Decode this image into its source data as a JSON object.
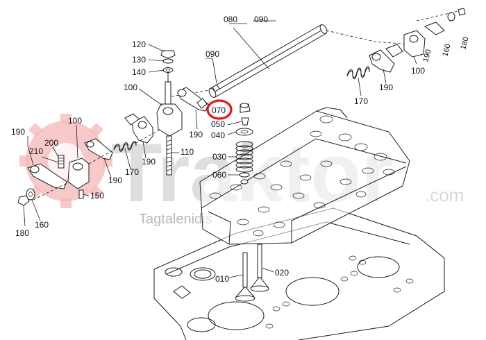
{
  "watermark": {
    "brand": "Traktor",
    "domain": ".com",
    "tagline": "Tagtalenidis",
    "color": "#d9d9d9",
    "logo_color": "#f6b7b7"
  },
  "highlight": {
    "part": "070",
    "color": "#e8141b"
  },
  "labels": {
    "p080": "080",
    "p090_top": "090",
    "p090_mid": "090",
    "p120": "120",
    "p130": "130",
    "p140": "140",
    "p100_mid": "100",
    "p190_center": "190",
    "p070": "070",
    "p050": "050",
    "p040": "040",
    "p110": "110",
    "p190_b": "190",
    "p170_b": "170",
    "p030": "030",
    "p060": "060",
    "p100_left": "100",
    "p190_left": "190",
    "p200": "200",
    "p210": "210",
    "p190_lower": "190",
    "p150": "150",
    "p180": "180",
    "p160": "160",
    "p010": "010",
    "p020": "020",
    "p170_right": "170",
    "p190_right": "190",
    "p100_right": "100",
    "p190_tr": "190",
    "p160_tr": "160",
    "p180_tr": "180"
  }
}
